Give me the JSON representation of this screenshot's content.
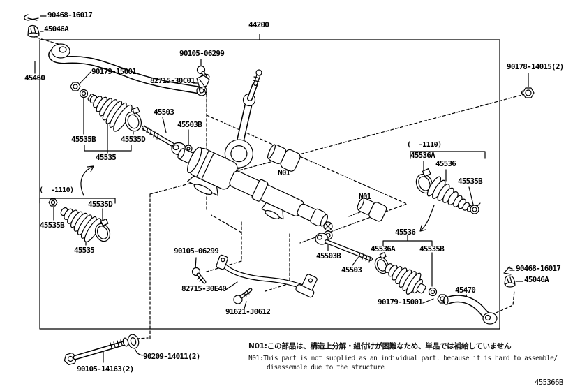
{
  "figure": {
    "assembly_number": "44200",
    "figure_code": "455366B",
    "callouts": {
      "clip_top_left": "90468-16017",
      "cap_top_left": "45046A",
      "tie_rod_end_left": "45460",
      "nut_left": "90179-15001",
      "assembly": "44200",
      "bolt_top": "90105-06299",
      "clamp_top": "82715-30C01",
      "rack_end_upper": "45503",
      "washer_upper": "45503B",
      "nut_top_right": "90178-14015(2)",
      "boot_clip_upper_left": "45535B",
      "boot_clamp_upper_left": "45535D",
      "boot_upper_left": "45535",
      "range_left": "(  -1110)",
      "boot_clamp_lower_left": "45535D",
      "boot_clip_lower_left": "45535B",
      "boot_lower_left": "45535",
      "n01_left": "N01",
      "n01_right": "N01",
      "range_right": "(  -1110)",
      "boot_clamp_upper_right": "45536A",
      "boot_upper_right": "45536",
      "boot_clip_upper_right": "45535B",
      "boot_lower_right": "45536",
      "boot_clamp_lower_right": "45536A",
      "boot_clip_lower_right": "45535B",
      "washer_lower": "45503B",
      "rack_end_lower": "45503",
      "bolt_lower": "90105-06299",
      "link_lower": "82715-30E40",
      "bolt_link": "91621-J0612",
      "nut_lower_right": "90179-15001",
      "tie_rod_end_right": "45470",
      "clip_bottom_right": "90468-16017",
      "cap_bottom_right": "45046A",
      "washer_bottom": "90209-14011(2)",
      "bolt_bottom": "90105-14163(2)"
    },
    "notes": {
      "jp": "N01:この部品は、構造上分解・組付けが困難なため、単品では補給していません",
      "en1": "N01:This part is not supplied as an individual part. because it is hard to assemble/",
      "en2": "disassemble due to the structure"
    }
  }
}
